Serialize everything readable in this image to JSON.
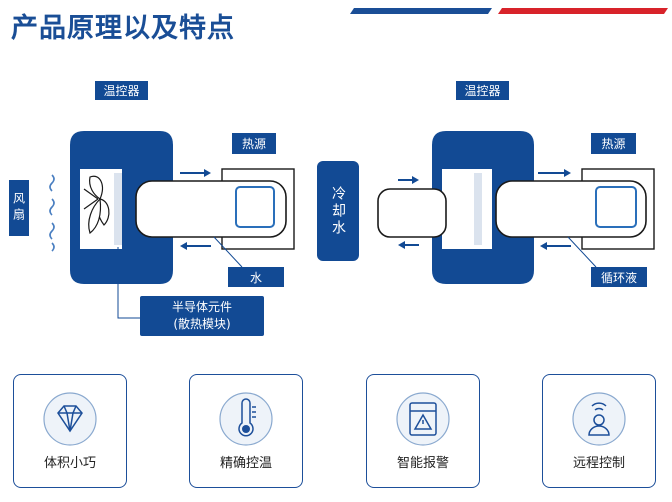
{
  "header": {
    "title": "产品原理以及特点"
  },
  "colors": {
    "primary": "#124a94",
    "accent_red": "#d8232a",
    "accent_blue": "#1a4e96"
  },
  "left_diagram": {
    "controller_label": "温控器",
    "heat_source_label": "热源",
    "fan_label": "风扇",
    "water_label": "水",
    "semiconductor_label_line1": "半导体元件",
    "semiconductor_label_line2": "(散热模块)"
  },
  "middle": {
    "cooling_water_label": "冷却水"
  },
  "right_diagram": {
    "controller_label": "温控器",
    "heat_source_label": "热源",
    "coolant_label": "循环液"
  },
  "features": [
    {
      "label": "体积小巧",
      "icon": "diamond-icon"
    },
    {
      "label": "精确控温",
      "icon": "thermometer-icon"
    },
    {
      "label": "智能报警",
      "icon": "alarm-icon"
    },
    {
      "label": "远程控制",
      "icon": "remote-control-icon"
    }
  ]
}
